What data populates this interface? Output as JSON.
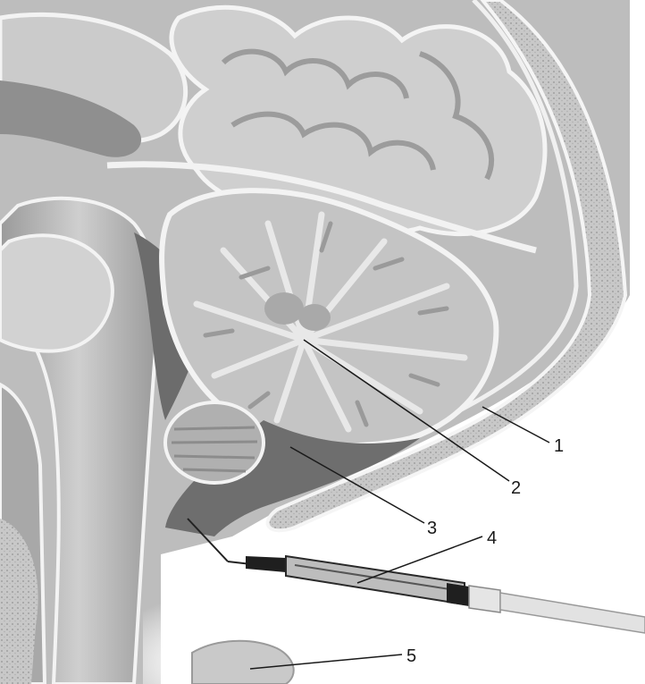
{
  "labels": {
    "l1": "1",
    "l2": "2",
    "l3": "3",
    "l4": "4",
    "l5": "5"
  },
  "colors": {
    "tissue_light": "#d9d9d9",
    "tissue_mid": "#b3b3b3",
    "tissue_dark": "#8a8a8a",
    "cavity_dark": "#5e5e5e",
    "outline": "#f2f2f2",
    "ink": "#1a1a1a"
  }
}
